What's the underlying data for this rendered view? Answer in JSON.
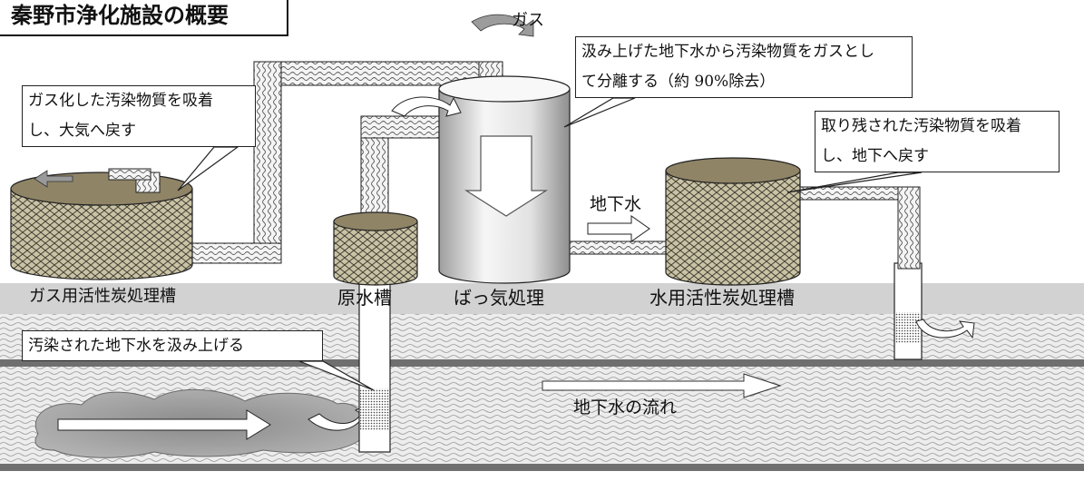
{
  "title": "秦野市浄化施設の概要",
  "labels": {
    "gas": "ガス",
    "groundwater": "地下水",
    "gas_carbon_tank": "ガス用活性炭処理槽",
    "raw_water_tank": "原水槽",
    "aeration": "ばっ気処理",
    "water_carbon_tank": "水用活性炭処理槽",
    "groundwater_flow": "地下水の流れ"
  },
  "callouts": {
    "aeration": [
      "汲み上げた地下水から汚染物質をガスとし",
      "て分離する（約 90%除去）"
    ],
    "gas_adsorb": [
      "ガス化した汚染物質を吸着",
      "し、大気へ戻す"
    ],
    "water_adsorb": [
      "取り残された汚染物質を吸着",
      "し、地下へ戻す"
    ],
    "pump": [
      "汚染された地下水を汲み上げる"
    ]
  },
  "colors": {
    "ground": "#d4d4d4",
    "aquifer": "#ececec",
    "layer_line": "#7a7a7a",
    "tank_body": "#cfc9b0",
    "pipe": "#f2f2f2",
    "outline": "#222222"
  }
}
